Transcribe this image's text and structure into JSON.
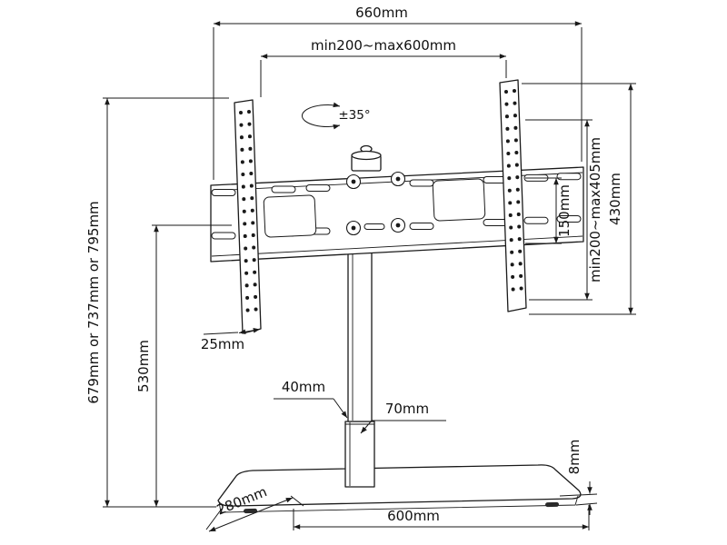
{
  "diagram": {
    "type": "technical-dimension-drawing",
    "subject": "Tabletop TV stand with swivel VESA bracket",
    "colors": {
      "line": "#1a1a1a",
      "background": "#ffffff"
    },
    "dimensions": {
      "total_width": "660mm",
      "vesa_width_range": "min200~max600mm",
      "swivel_angle": "±35°",
      "height_options": "679mm or 737mm or 795mm",
      "column_height": "530mm",
      "rail_width": "25mm",
      "column_width": "40mm",
      "column_depth": "70mm",
      "bracket_hole_spacing": "150mm",
      "vesa_height_range": "min200~max405mm",
      "bracket_height": "430mm",
      "base_thickness": "8mm",
      "base_depth": "280mm",
      "base_width": "600mm"
    }
  }
}
